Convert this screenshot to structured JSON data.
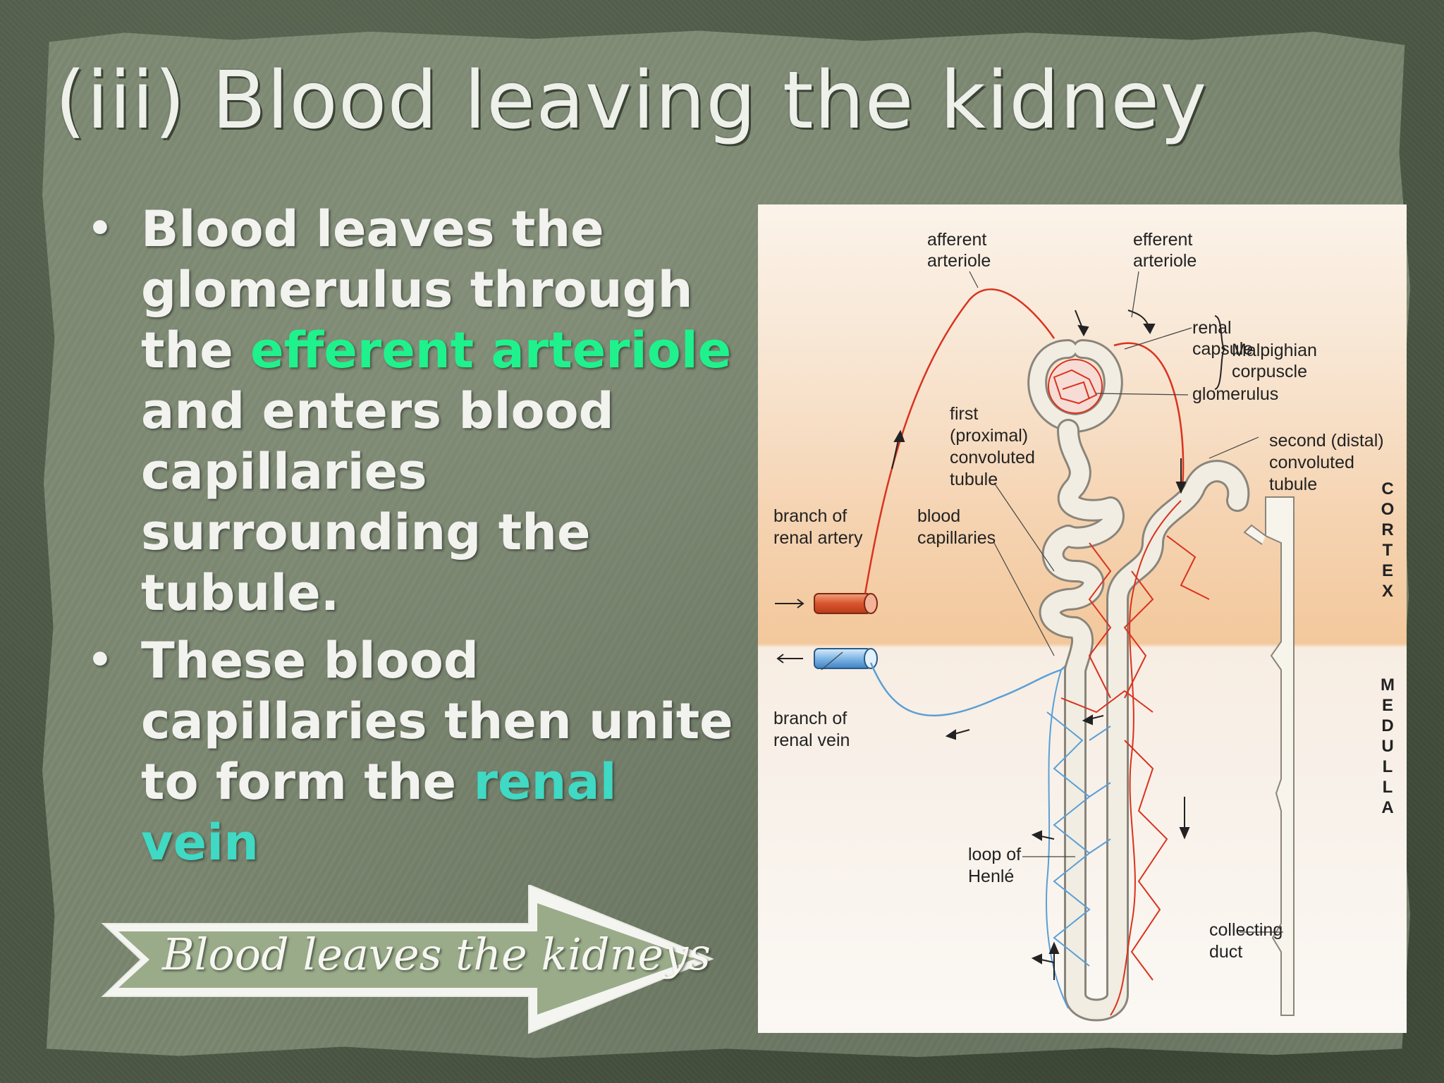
{
  "slide": {
    "title": "(iii) Blood leaving the kidney",
    "bullets": [
      {
        "parts": [
          {
            "text": "Blood leaves the glomerulus through the ",
            "highlight": null
          },
          {
            "text": "efferent arteriole",
            "highlight": "#1ff28c"
          },
          {
            "text": " and enters blood capillaries surrounding the tubule.",
            "highlight": null
          }
        ]
      },
      {
        "parts": [
          {
            "text": "These blood capillaries then unite to form the ",
            "highlight": null
          },
          {
            "text": "renal vein",
            "highlight": "#3fd9c4"
          }
        ]
      }
    ],
    "arrow_button": {
      "label": "Blood leaves the kidneys",
      "fill": "#9aab8a"
    }
  },
  "diagram": {
    "labels": {
      "afferent": [
        "afferent",
        "arteriole"
      ],
      "efferent": [
        "efferent",
        "arteriole"
      ],
      "renal_capsule": [
        "renal",
        "capsule"
      ],
      "malpighian": [
        "Malpighian",
        "corpuscle"
      ],
      "glomerulus": "glomerulus",
      "first_tubule": [
        "first",
        "(proximal)",
        "convoluted",
        "tubule"
      ],
      "second_tubule": [
        "second (distal)",
        "convoluted",
        "tubule"
      ],
      "branch_artery": [
        "branch of",
        "renal artery"
      ],
      "blood_capillaries": [
        "blood",
        "capillaries"
      ],
      "branch_vein": [
        "branch of",
        "renal vein"
      ],
      "loop": [
        "loop of",
        "Henlé"
      ],
      "collecting": [
        "collecting",
        "duct"
      ],
      "cortex": "CORTEX",
      "medulla": "MEDULLA"
    },
    "colors": {
      "artery": "#d9331f",
      "vein": "#5a9fd6",
      "tubule": "#f1ede2",
      "cortex_band": "#f3c79d",
      "medulla_band": "#f6f0ea"
    }
  }
}
